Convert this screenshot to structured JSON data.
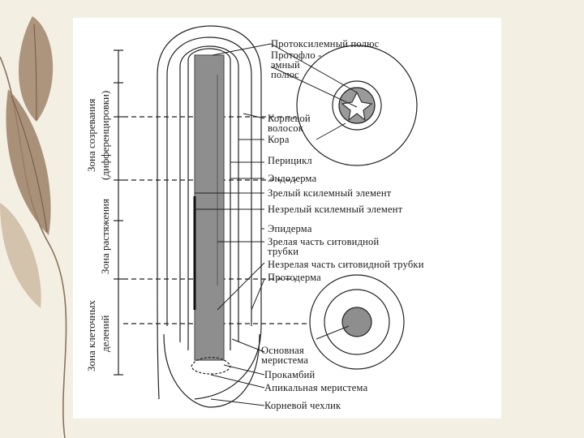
{
  "zones": {
    "maturation_line1": "Зона созревания",
    "maturation_line2": "(дифференцировки)",
    "elongation": "Зона растяжения",
    "division_line1": "Зона клеточных",
    "division_line2": "делений"
  },
  "labels": {
    "protoxylem_pole": "Протоксилемный полюс",
    "protophloem_1": "Протофло -",
    "protophloem_2": "эмный",
    "protophloem_3": "полюс",
    "root_hair_1": "Корневой",
    "root_hair_2": "волосок",
    "cortex": "Кора",
    "pericycle": "Перицикл",
    "endodermis": "Эндодерма",
    "mature_xylem": "Зрелый ксилемный элемент",
    "immature_xylem": "Незрелый ксилемный элемент",
    "epidermis": "Эпидерма",
    "mature_sieve_1": "Зрелая часть ситовидной",
    "mature_sieve_2": "трубки",
    "immature_sieve": "Незрелая часть ситовидной трубки",
    "protoderm": "Протодерма",
    "ground_meristem_1": "Основная",
    "ground_meristem_2": "меристема",
    "procambium": "Прокамбий",
    "apical_meristem": "Апикальная меристема",
    "root_cap": "Корневой чехлик"
  },
  "colors": {
    "stele_gray": "#8e8e8e",
    "line": "#222222",
    "leaf": "#9b7f66"
  }
}
